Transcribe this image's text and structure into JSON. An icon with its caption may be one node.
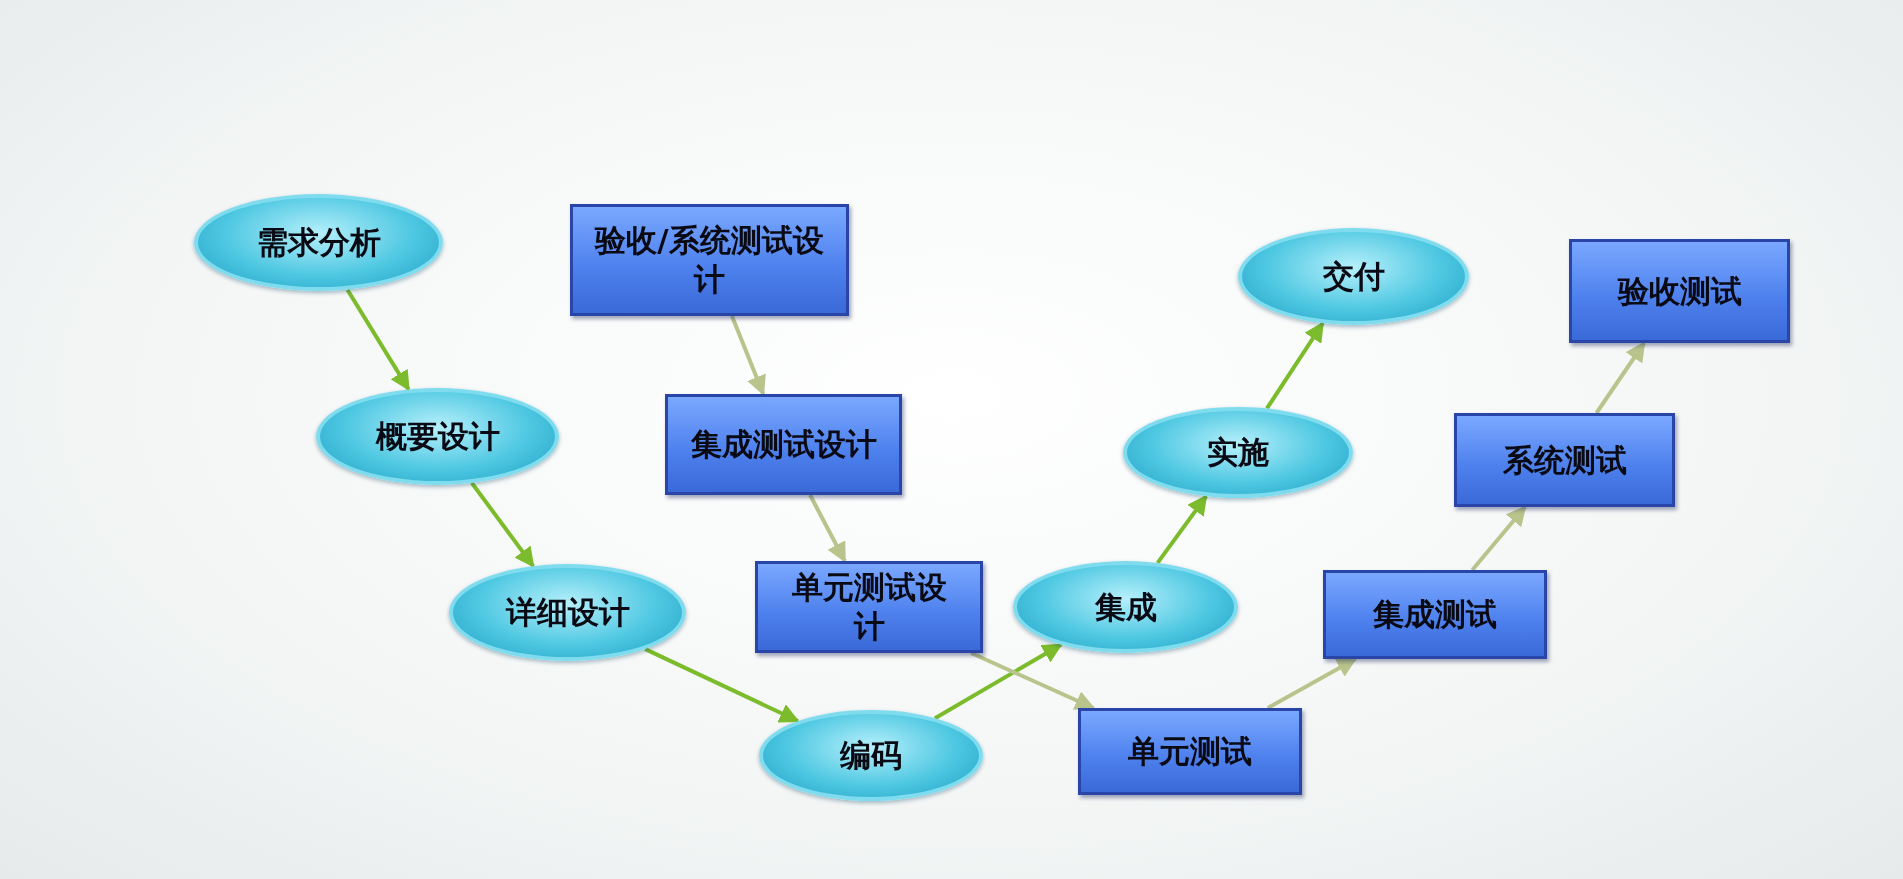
{
  "diagram": {
    "nodes": [
      {
        "text": [
          "需求分析"
        ]
      },
      {
        "text": [
          "概要设计"
        ]
      },
      {
        "text": [
          "详细设计"
        ]
      },
      {
        "text": [
          "编码"
        ]
      },
      {
        "text": [
          "集成"
        ]
      },
      {
        "text": [
          "实施"
        ]
      },
      {
        "text": [
          "交付"
        ]
      },
      {
        "text": [
          "验收/系统测试设计"
        ]
      },
      {
        "text": [
          "集成测试设计"
        ]
      },
      {
        "text": [
          "单元测试设计"
        ]
      },
      {
        "text": [
          "单元测试"
        ]
      },
      {
        "text": [
          "集成测试"
        ]
      },
      {
        "text": [
          "系统测试"
        ]
      },
      {
        "text": [
          "验收测试"
        ]
      }
    ],
    "edges": [
      {
        "from": 0,
        "to": 1,
        "arrow": "to",
        "color": "#7cbc2c"
      },
      {
        "from": 1,
        "to": 2,
        "arrow": "to",
        "color": "#7cbc2c"
      },
      {
        "from": 2,
        "to": 3,
        "arrow": "to",
        "color": "#7cbc2c"
      },
      {
        "from": 3,
        "to": 4,
        "arrow": "to",
        "color": "#7cbc2c"
      },
      {
        "from": 4,
        "to": 5,
        "arrow": "to",
        "color": "#7cbc2c"
      },
      {
        "from": 5,
        "to": 6,
        "arrow": "to",
        "color": "#7cbc2c"
      },
      {
        "from": 7,
        "to": 8,
        "arrow": "to",
        "color": "#b9c48c"
      },
      {
        "from": 8,
        "to": 9,
        "arrow": "to",
        "color": "#b9c48c"
      },
      {
        "from": 9,
        "to": 10,
        "arrow": "to",
        "color": "#b9c48c"
      },
      {
        "from": 10,
        "to": 11,
        "arrow": "to",
        "color": "#b9c48c"
      },
      {
        "from": 11,
        "to": 12,
        "arrow": "to",
        "color": "#b9c48c"
      },
      {
        "from": 12,
        "to": 13,
        "arrow": "to",
        "color": "#b9c48c"
      }
    ]
  }
}
